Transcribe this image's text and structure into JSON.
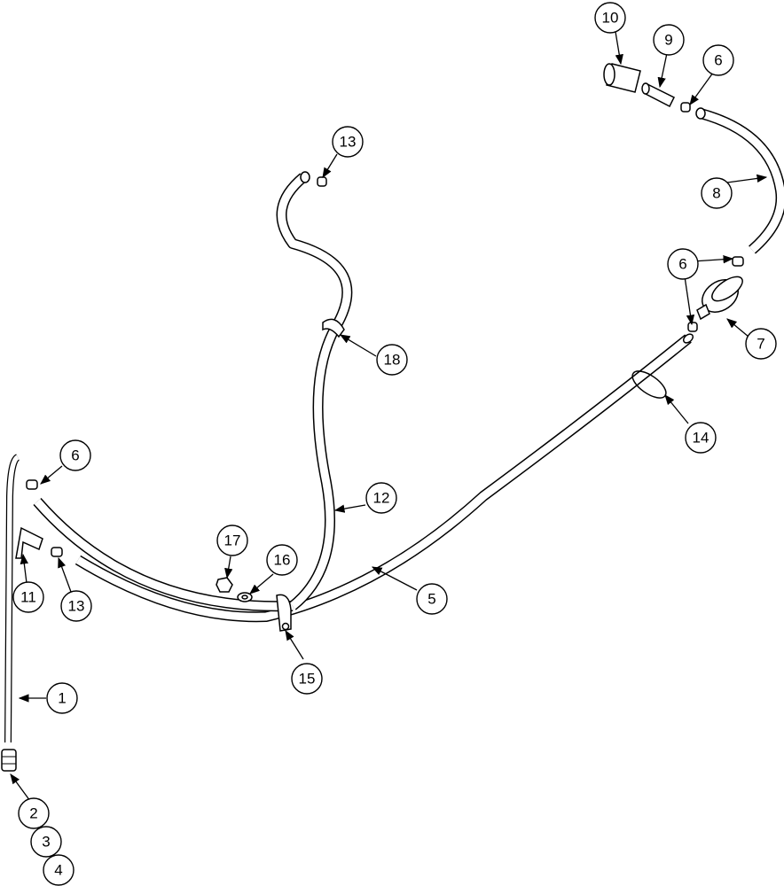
{
  "callouts": {
    "c1": "1",
    "c2": "2",
    "c3": "3",
    "c4": "4",
    "c5": "5",
    "c6a": "6",
    "c6b": "6",
    "c6c": "6",
    "c7": "7",
    "c8": "8",
    "c9": "9",
    "c10": "10",
    "c11": "11",
    "c12": "12",
    "c13a": "13",
    "c13b": "13",
    "c14": "14",
    "c15": "15",
    "c16": "16",
    "c17": "17",
    "c18": "18"
  }
}
